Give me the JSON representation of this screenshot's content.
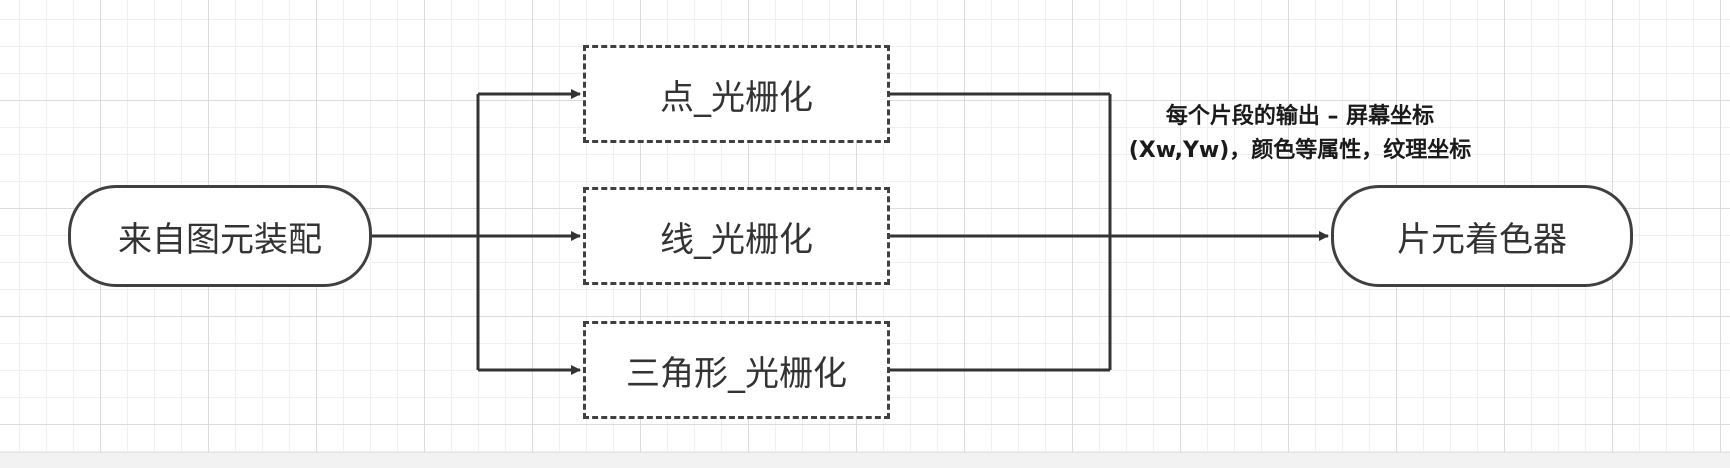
{
  "diagram": {
    "source_node": "来自图元装配",
    "branches": [
      "点_光栅化",
      "线_光栅化",
      "三角形_光栅化"
    ],
    "target_node": "片元着色器",
    "annotation": {
      "line1": "每个片段的输出 – 屏幕坐标",
      "line2": "(Xw,Yw)，颜色等属性，纹理坐标"
    }
  },
  "colors": {
    "line": "#333333",
    "border": "#404040",
    "grid": "#dcdcdc",
    "background": "#ffffff"
  }
}
